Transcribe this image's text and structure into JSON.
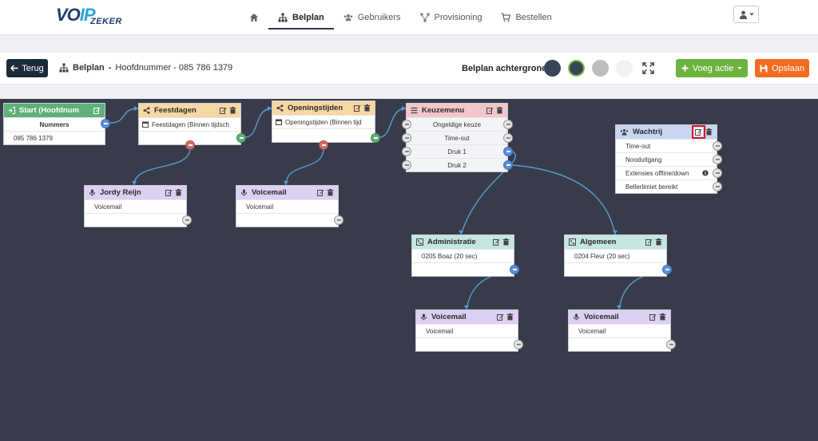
{
  "logo": {
    "main": "VOIP",
    "main_a": "VO",
    "main_b": "IP",
    "sub": "ZEKER"
  },
  "nav": {
    "items": [
      {
        "label": "",
        "icon": "home-icon"
      },
      {
        "label": "Belplan",
        "icon": "sitemap-icon",
        "active": true
      },
      {
        "label": "Gebruikers",
        "icon": "users-icon"
      },
      {
        "label": "Provisioning",
        "icon": "network-icon"
      },
      {
        "label": "Bestellen",
        "icon": "cart-icon"
      }
    ],
    "user_icon": "user-icon"
  },
  "toolbar": {
    "back_label": "Terug",
    "crumb_title": "Belplan",
    "crumb_separator": "-",
    "crumb_subtitle": "Hoofdnummer - 085 786 1379",
    "background_label": "Belplan achtergrond",
    "swatches": [
      "#374656",
      "#374656",
      "#bdbdbd",
      "#f0f2f5"
    ],
    "add_label": "Voeg actie",
    "save_label": "Opslaan",
    "colors": {
      "back": "#1c2b3a",
      "add": "#6cb33f",
      "save": "#f36c21"
    }
  },
  "canvas": {
    "background": "#383c4a",
    "nodes": {
      "start": {
        "title": "Start (Hoofdnum",
        "rows": [
          "Nummers",
          "085 786 1379"
        ],
        "color": "#5fb07a"
      },
      "feestdagen": {
        "title": "Feestdagen",
        "rows": [
          "Feestdagen (Binnen tijdsch"
        ],
        "color": "#f7d7a3"
      },
      "openingstijden": {
        "title": "Openingstijden",
        "rows": [
          "Openingstijden (Binnen tijd"
        ],
        "color": "#f7d7a3"
      },
      "keuzemenu": {
        "title": "Keuzemenu",
        "rows": [
          "Ongeldige keuze",
          "Time-out",
          "Druk 1",
          "Druk 2"
        ],
        "color": "#f2c6cc"
      },
      "wachtrij": {
        "title": "Wachtrij",
        "rows": [
          "Time-out",
          "Nooduitgang",
          "Extensies offline/down",
          "Bellerlimiet bereikt"
        ],
        "color": "#c9d6f2"
      },
      "jordy": {
        "title": "Jordy Reijn",
        "rows": [
          "Voicemail"
        ],
        "color": "#dcd0f3"
      },
      "voicemail1": {
        "title": "Voicemail",
        "rows": [
          "Voicemail"
        ],
        "color": "#dcd0f3"
      },
      "administratie": {
        "title": "Administratie",
        "rows": [
          "0205 Boaz (20 sec)"
        ],
        "color": "#c5e6e1"
      },
      "algemeen": {
        "title": "Algemeen",
        "rows": [
          "0204 Fleur (20 sec)"
        ],
        "color": "#c5e6e1"
      },
      "voicemail2": {
        "title": "Voicemail",
        "rows": [
          "Voicemail"
        ],
        "color": "#dcd0f3"
      },
      "voicemail3": {
        "title": "Voicemail",
        "rows": [
          "Voicemail"
        ],
        "color": "#dcd0f3"
      }
    },
    "connector_color": "#5b9bd5"
  }
}
